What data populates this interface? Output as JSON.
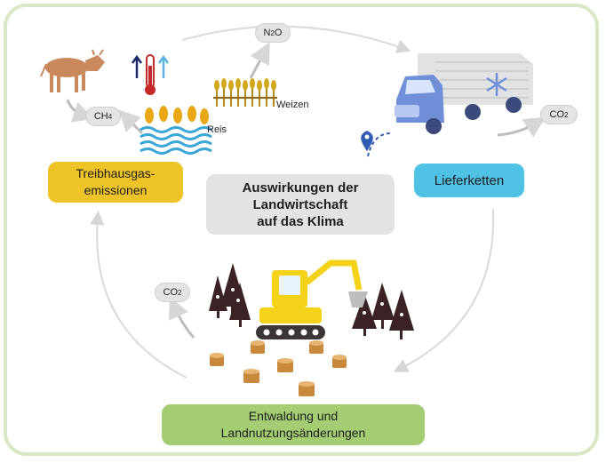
{
  "title": [
    "Auswirkungen der",
    "Landwirtschaft",
    "auf das Klima"
  ],
  "boxes": {
    "ghg": [
      "Treibhausgas-",
      "emissionen"
    ],
    "supply": "Lieferketten",
    "forest": [
      "Entwaldung und",
      "Landnutzungsänderungen"
    ]
  },
  "labels": {
    "reis": "Reis",
    "weizen": "Weizen"
  },
  "gases": {
    "n2o": {
      "base": "N",
      "sub": "2",
      "tail": "O"
    },
    "ch4": {
      "base": "CH",
      "sub": "4"
    },
    "co2_truck": {
      "base": "CO",
      "sub": "2"
    },
    "co2_forest": {
      "base": "CO",
      "sub": "2"
    }
  },
  "icons": [
    "cow-icon",
    "thermometer-icon",
    "rice-icon",
    "wheat-icon",
    "truck-icon",
    "snowflake-icon",
    "location-pin-icon",
    "excavator-icon",
    "tree-icon",
    "stump-icon"
  ],
  "colors": {
    "frame": "#d9e8c4",
    "ghg_box": "#eec327",
    "supply_box": "#4ec1e5",
    "center_box": "#e3e3e3",
    "forest_box": "#a4cc73",
    "truck": "#6f8fd8",
    "excavator": "#f4d21a",
    "tree": "#3b2224"
  }
}
